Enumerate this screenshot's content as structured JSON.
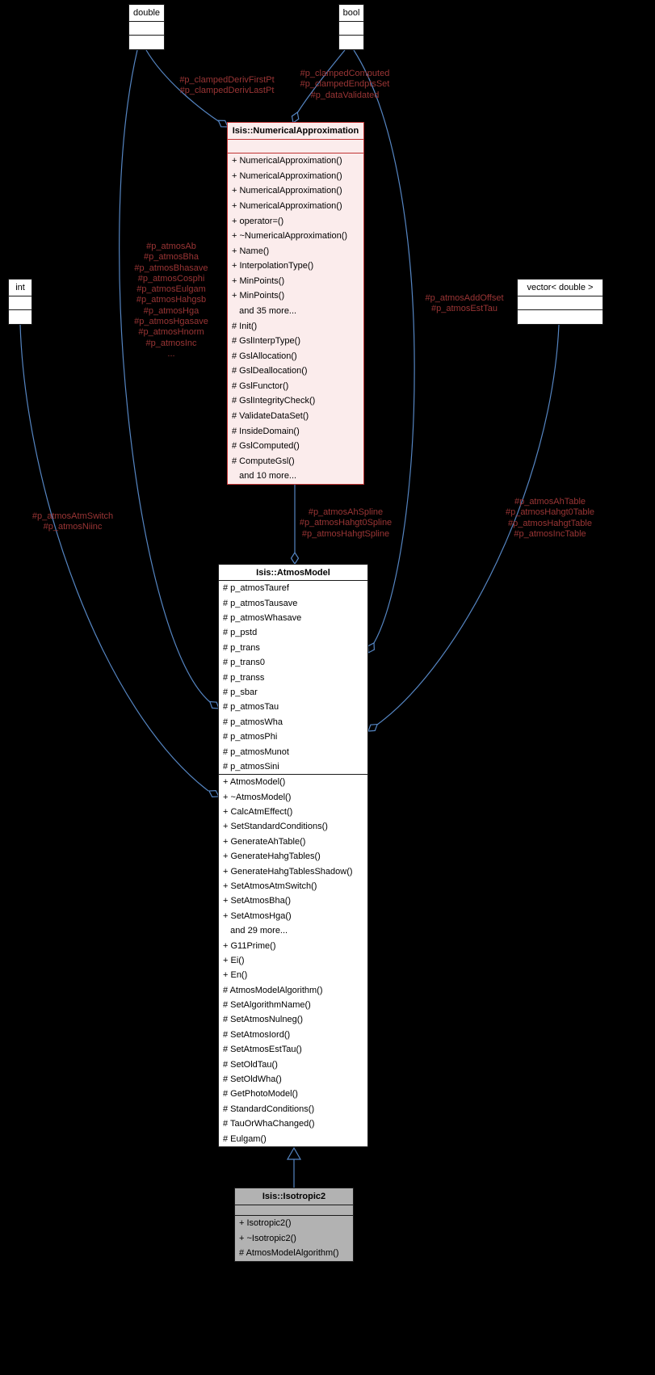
{
  "colors": {
    "edge": "#5585c2",
    "label": "#9a3535",
    "truncated_border": "#c03434",
    "truncated_fill": "#fbecec",
    "current_fill": "#b2b2b2"
  },
  "nodes": {
    "double": {
      "label": "double"
    },
    "bool": {
      "label": "bool"
    },
    "int": {
      "label": "int"
    },
    "vector": {
      "label": "vector< double >"
    },
    "numerical_approximation": {
      "title": "Isis::NumericalApproximation",
      "members": [
        "+ NumericalApproximation()",
        "+ NumericalApproximation()",
        "+ NumericalApproximation()",
        "+ NumericalApproximation()",
        "+ operator=()",
        "+ ~NumericalApproximation()",
        "+ Name()",
        "+ InterpolationType()",
        "+ MinPoints()",
        "+ MinPoints()",
        "   and 35 more...",
        "# Init()",
        "# GslInterpType()",
        "# GslAllocation()",
        "# GslDeallocation()",
        "# GslFunctor()",
        "# GslIntegrityCheck()",
        "# ValidateDataSet()",
        "# InsideDomain()",
        "# GslComputed()",
        "# ComputeGsl()",
        "   and 10 more..."
      ]
    },
    "atmos_model": {
      "title": "Isis::AtmosModel",
      "attributes": [
        "# p_atmosTauref",
        "# p_atmosTausave",
        "# p_atmosWhasave",
        "# p_pstd",
        "# p_trans",
        "# p_trans0",
        "# p_transs",
        "# p_sbar",
        "# p_atmosTau",
        "# p_atmosWha",
        "# p_atmosPhi",
        "# p_atmosMunot",
        "# p_atmosSini"
      ],
      "methods": [
        "+ AtmosModel()",
        "+ ~AtmosModel()",
        "+ CalcAtmEffect()",
        "+ SetStandardConditions()",
        "+ GenerateAhTable()",
        "+ GenerateHahgTables()",
        "+ GenerateHahgTablesShadow()",
        "+ SetAtmosAtmSwitch()",
        "+ SetAtmosBha()",
        "+ SetAtmosHga()",
        "   and 29 more...",
        "+ G11Prime()",
        "+ Ei()",
        "+ En()",
        "# AtmosModelAlgorithm()",
        "# SetAlgorithmName()",
        "# SetAtmosNulneg()",
        "# SetAtmosIord()",
        "# SetAtmosEstTau()",
        "# SetOldTau()",
        "# SetOldWha()",
        "# GetPhotoModel()",
        "# StandardConditions()",
        "# TauOrWhaChanged()",
        "# Eulgam()"
      ]
    },
    "isotropic2": {
      "title": "Isis::Isotropic2",
      "methods": [
        "+ Isotropic2()",
        "+ ~Isotropic2()",
        "# AtmosModelAlgorithm()"
      ]
    }
  },
  "edge_labels": {
    "double_to_numapprox": [
      "#p_clampedDerivFirstPt",
      "#p_clampedDerivLastPt"
    ],
    "bool_to_numapprox": [
      "#p_clampedComputed",
      "#p_clampedEndptsSet",
      "#p_dataValidated"
    ],
    "double_to_atmosmodel": [
      "#p_atmosAb",
      "#p_atmosBha",
      "#p_atmosBhasave",
      "#p_atmosCosphi",
      "#p_atmosEulgam",
      "#p_atmosHahgsb",
      "#p_atmosHga",
      "#p_atmosHgasave",
      "#p_atmosHnorm",
      "#p_atmosInc",
      "..."
    ],
    "bool_to_atmosmodel": [
      "#p_atmosAddOffset",
      "#p_atmosEstTau"
    ],
    "int_to_atmosmodel": [
      "#p_atmosAtmSwitch",
      "#p_atmosNiinc"
    ],
    "numapprox_to_atmosmodel": [
      "#p_atmosAhSpline",
      "#p_atmosHahgt0Spline",
      "#p_atmosHahgtSpline"
    ],
    "vector_to_atmosmodel": [
      "#p_atmosAhTable",
      "#p_atmosHahgt0Table",
      "#p_atmosHahgtTable",
      "#p_atmosIncTable"
    ]
  }
}
